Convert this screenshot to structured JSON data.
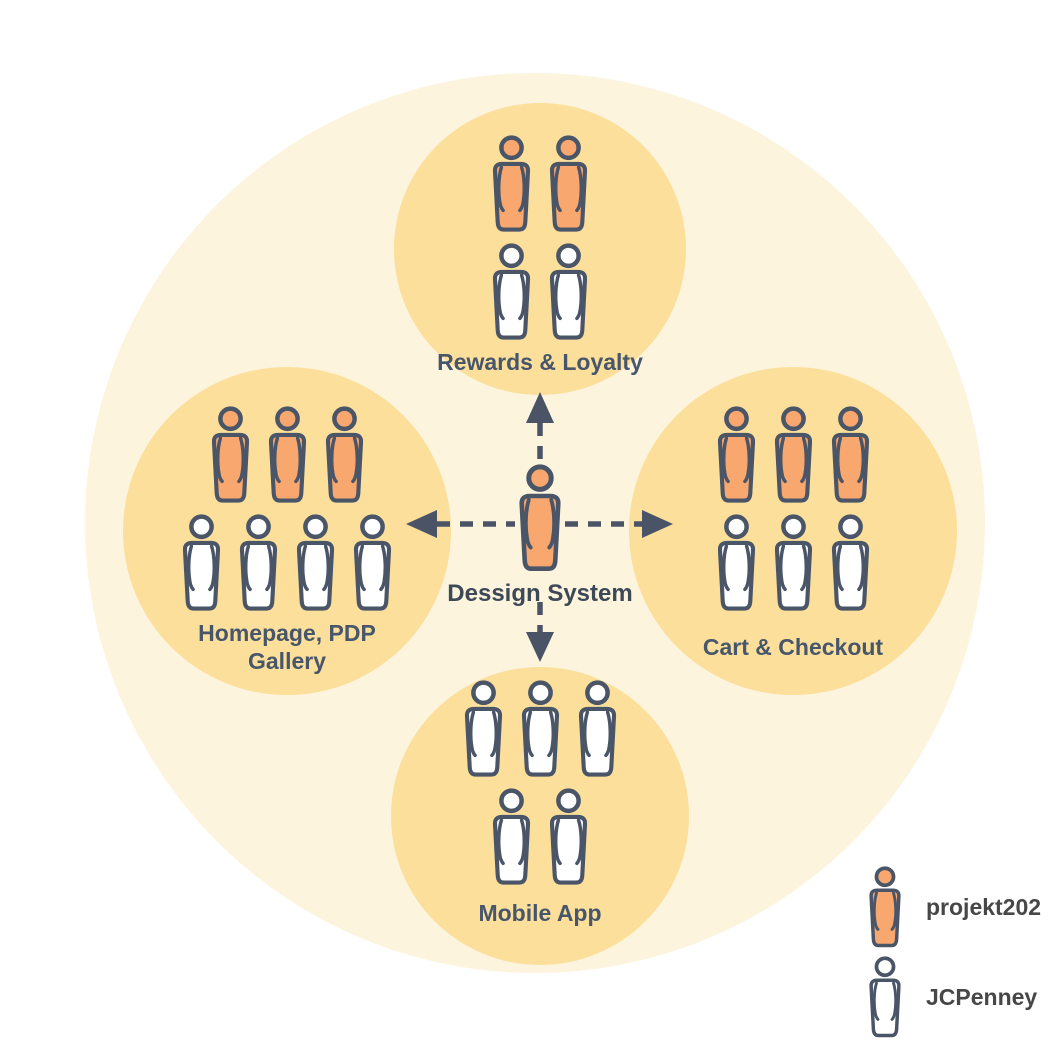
{
  "center": {
    "label": "Dessign System",
    "team": "projekt202"
  },
  "clusters": {
    "rewards": {
      "label": "Rewards & Loyalty",
      "rows": [
        {
          "team": "projekt202",
          "count": 2
        },
        {
          "team": "jcpenney",
          "count": 2
        }
      ]
    },
    "homepage": {
      "label_lines": [
        "Homepage, PDP",
        "Gallery"
      ],
      "rows": [
        {
          "team": "projekt202",
          "count": 3
        },
        {
          "team": "jcpenney",
          "count": 4
        }
      ]
    },
    "cart": {
      "label": "Cart & Checkout",
      "rows": [
        {
          "team": "projekt202",
          "count": 3
        },
        {
          "team": "jcpenney",
          "count": 3
        }
      ]
    },
    "mobile": {
      "label": "Mobile App",
      "rows": [
        {
          "team": "jcpenney",
          "count": 3
        },
        {
          "team": "jcpenney",
          "count": 2
        }
      ]
    }
  },
  "legend": {
    "items": [
      {
        "team": "projekt202",
        "label": "projekt202"
      },
      {
        "team": "jcpenney",
        "label": "JCPenney"
      }
    ]
  },
  "colors": {
    "projekt202_fill": "#F8A76F",
    "jcpenney_fill": "#FFFFFF",
    "person_outline": "#4A5568",
    "arrow": "#4A5466",
    "cluster_circle": "#FBDF9B",
    "outer_circle": "#FDF4DE",
    "cluster_label_text": "#47566B",
    "center_label_text": "#3D4956",
    "legend_text": "#474747",
    "background": "#FFFFFF"
  }
}
